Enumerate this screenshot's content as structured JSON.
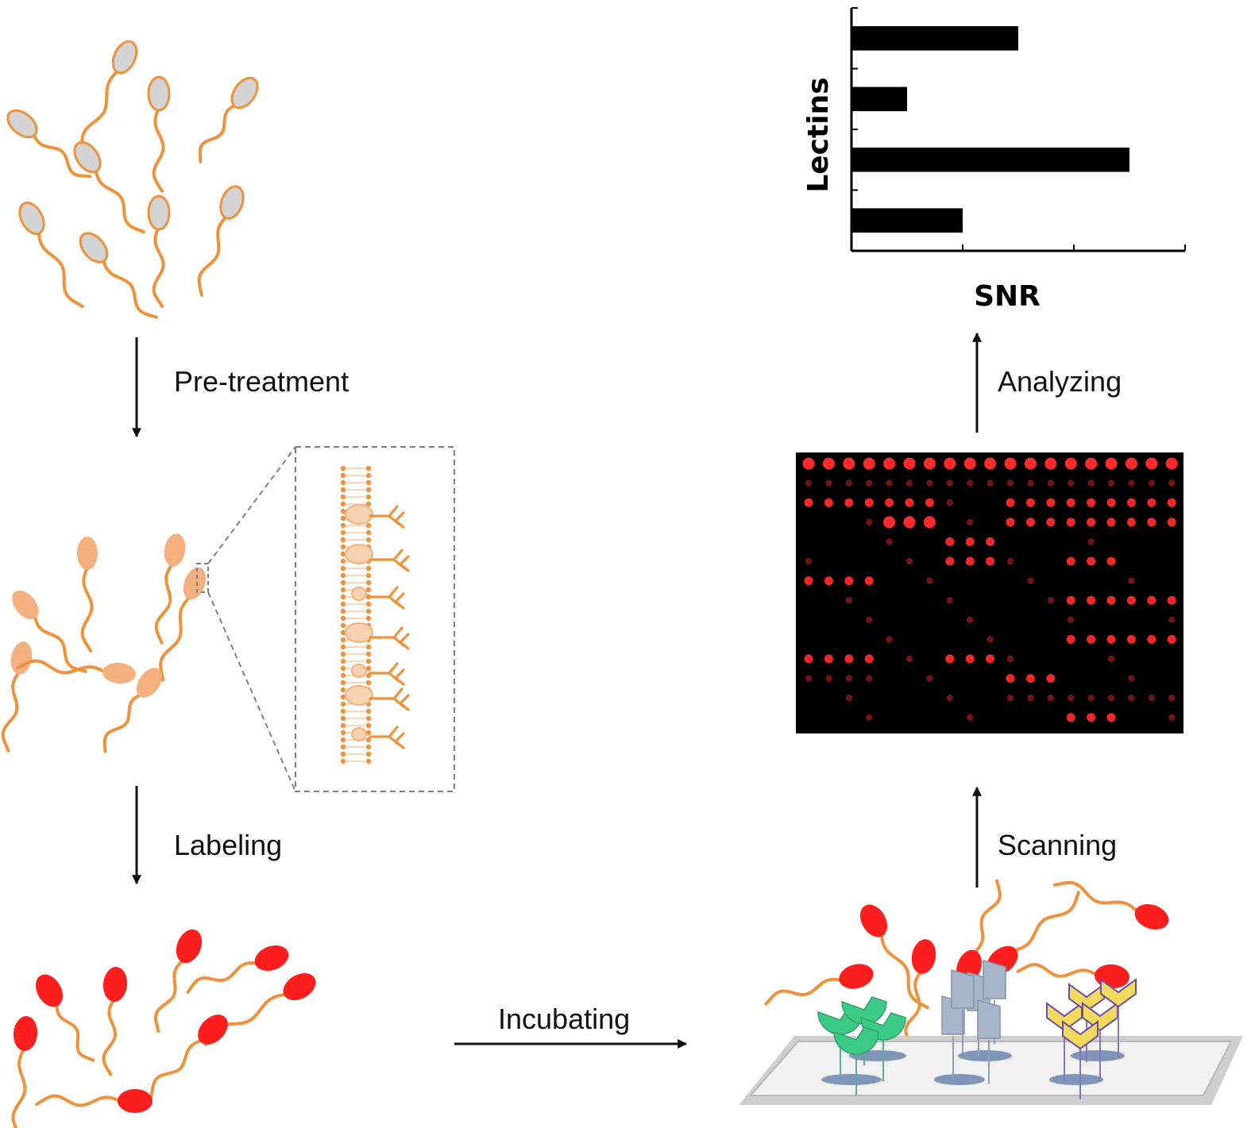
{
  "steps": {
    "pretreatment": "Pre-treatment",
    "labeling": "Labeling",
    "incubating": "Incubating",
    "scanning": "Scanning",
    "analyzing": "Analyzing"
  },
  "chart_data": {
    "type": "bar",
    "orientation": "horizontal",
    "xlabel": "SNR",
    "ylabel": "Lectins",
    "categories": [
      "",
      "",
      "",
      ""
    ],
    "values": [
      3.0,
      1.0,
      5.0,
      2.0
    ],
    "xlim": [
      0,
      6
    ],
    "grid": false,
    "tick_labels_shown": false,
    "bar_color": "#000000"
  },
  "colors": {
    "tail": "#F0913B",
    "head_raw": "#D4D4D4",
    "head_raw_outline": "#F0913B",
    "head_treated": "#F4B07E",
    "head_labeled": "#FF1E1E",
    "microarray_bg": "#000000",
    "spot": "#FF2A2A",
    "lectin_green": "#3CCB86",
    "lectin_blue": "#A7B6C8",
    "lectin_yellow": "#F4DA5C",
    "lectin_yellow_outline": "#6A4CA8",
    "slide": "#E4E4E4"
  },
  "icons": {
    "sperm": "sperm-cell-icon",
    "membrane": "cell-membrane-glycan-icon",
    "arrow": "arrow-icon",
    "lectin": "lectin-probe-icon"
  }
}
